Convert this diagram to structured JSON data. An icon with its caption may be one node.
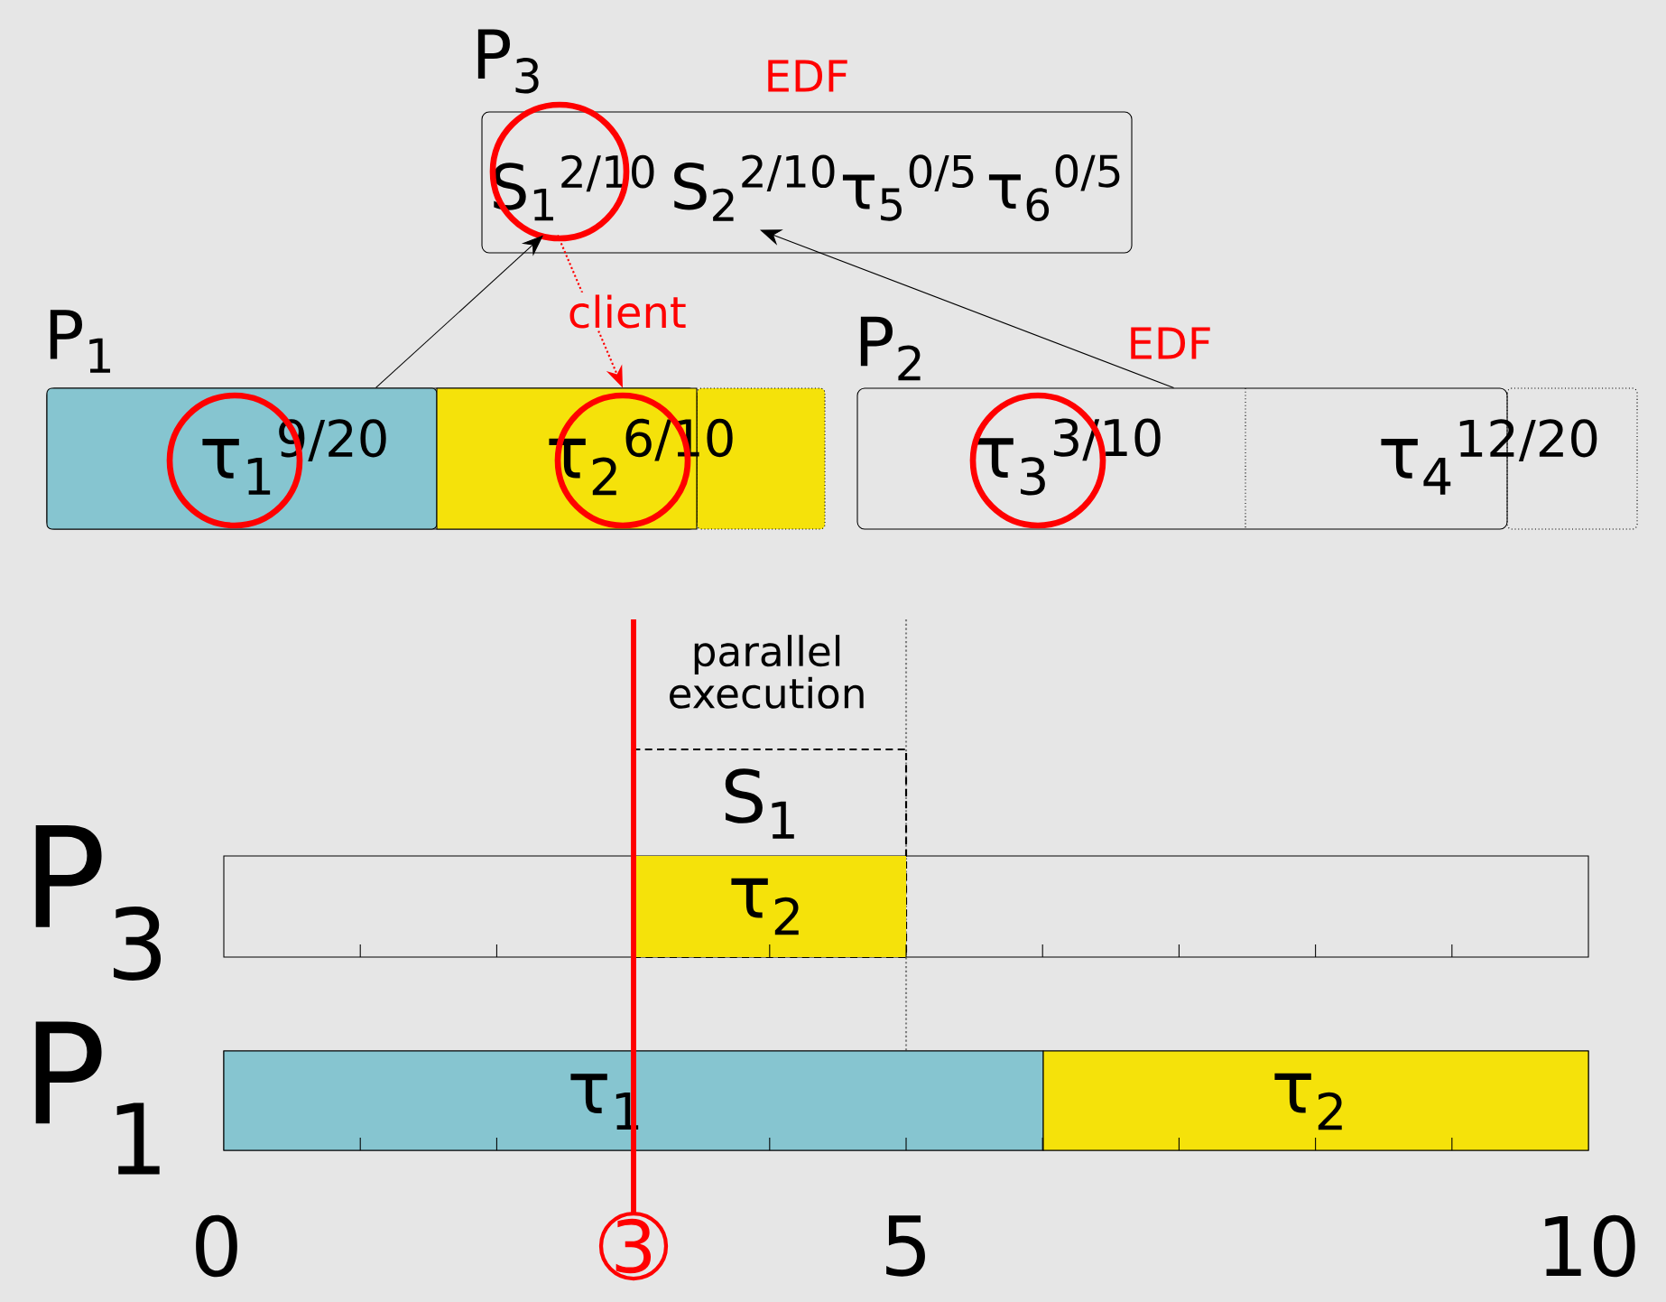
{
  "diagram": {
    "nodes": [
      {
        "text": [
          "P$_{3}$"
        ],
        "beside": [
          "EDF"
        ]
      },
      {
        "text": [
          "S$_{1}$$^{2/10}$"
        ],
        "in": 0
      },
      {
        "text": [
          "S$_{2}$$^{2/10}$"
        ],
        "in": 0
      },
      {
        "text": [
          "τ$_{5}$$^{0/5}$"
        ],
        "in": 0
      },
      {
        "text": [
          "τ$_{6}$$^{0/5}$"
        ],
        "in": 0
      },
      {
        "text": [
          "P$_{1}$"
        ]
      },
      {
        "text": [
          "τ$_{1}$$^{9/20}$"
        ],
        "in": 5
      },
      {
        "text": [
          "τ$_{2}$$^{6/10}$"
        ],
        "in": 5
      },
      {
        "text": [
          "P$_{2}$"
        ],
        "beside": [
          "EDF"
        ]
      },
      {
        "text": [
          "τ$_{3}$$^{3/10}$"
        ],
        "in": 8
      },
      {
        "text": [
          "τ$_{4}$$^{12/20}$"
        ],
        "in": 8
      },
      {
        "text": [
          "S$_{1}$"
        ]
      },
      {
        "text": [
          "τ$_{2}$"
        ]
      },
      {
        "text": [
          "P$_{3}$"
        ]
      },
      {
        "text": [
          "P$_{1}$"
        ]
      },
      {
        "text": [
          "τ$_{1}$"
        ],
        "in": 14
      },
      {
        "text": [
          "τ$_{2}$"
        ],
        "in": 14
      }
    ],
    "edges": [
      {
        "from": 6,
        "to": 1,
        "arrow": "to"
      },
      {
        "from": 1,
        "to": 7,
        "arrow": "to",
        "label": "client",
        "style": "dashed",
        "color": "#ff0000"
      },
      {
        "from": 9,
        "to": 2,
        "arrow": "to"
      }
    ],
    "labels": [
      "parallel execution",
      "0",
      "3",
      "5",
      "10"
    ]
  }
}
